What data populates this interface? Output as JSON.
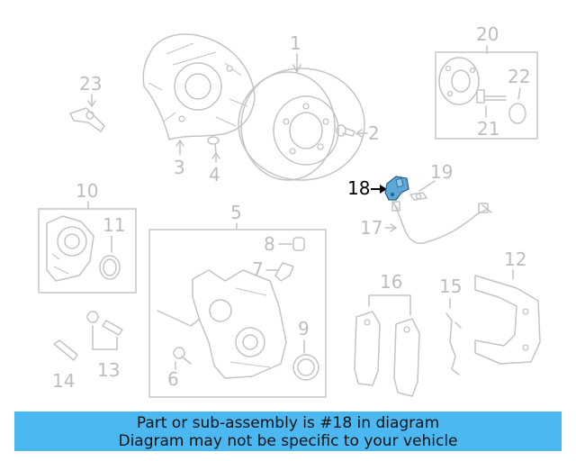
{
  "diagram": {
    "labels": {
      "l1": "1",
      "l2": "2",
      "l3": "3",
      "l4": "4",
      "l5": "5",
      "l6": "6",
      "l7": "7",
      "l8": "8",
      "l9": "9",
      "l10": "10",
      "l11": "11",
      "l12": "12",
      "l13": "13",
      "l14": "14",
      "l15": "15",
      "l16": "16",
      "l17": "17",
      "l18": "18",
      "l19": "19",
      "l20": "20",
      "l21": "21",
      "l22": "22",
      "l23": "23"
    },
    "highlight_color": "#5aa8d8",
    "line_color": "#c4c4c4"
  },
  "banner": {
    "line1": "Part or sub-assembly is #18 in diagram",
    "line2": "Diagram may not be specific to your vehicle",
    "background": "#4cb8f2"
  }
}
